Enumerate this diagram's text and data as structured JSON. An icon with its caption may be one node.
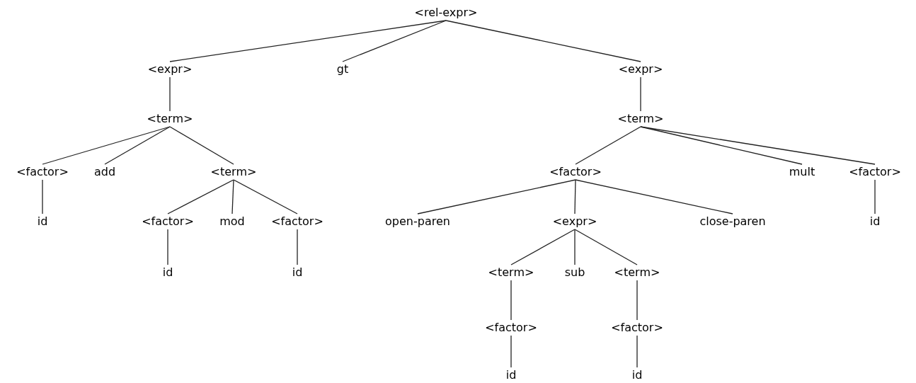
{
  "diagram": {
    "nodes": [
      {
        "text": [
          "<rel-expr>"
        ]
      },
      {
        "text": [
          "<expr>"
        ]
      },
      {
        "text": [
          "gt"
        ]
      },
      {
        "text": [
          "<expr>"
        ]
      },
      {
        "text": [
          "<term>"
        ]
      },
      {
        "text": [
          "<term>"
        ]
      },
      {
        "text": [
          "<factor>"
        ]
      },
      {
        "text": [
          "add"
        ]
      },
      {
        "text": [
          "<term>"
        ]
      },
      {
        "text": [
          "<factor>"
        ]
      },
      {
        "text": [
          "mult"
        ]
      },
      {
        "text": [
          "<factor>"
        ]
      },
      {
        "text": [
          "id"
        ]
      },
      {
        "text": [
          "<factor>"
        ]
      },
      {
        "text": [
          "mod"
        ]
      },
      {
        "text": [
          "<factor>"
        ]
      },
      {
        "text": [
          "open-paren"
        ]
      },
      {
        "text": [
          "<expr>"
        ]
      },
      {
        "text": [
          "close-paren"
        ]
      },
      {
        "text": [
          "id"
        ]
      },
      {
        "text": [
          "id"
        ]
      },
      {
        "text": [
          "id"
        ]
      },
      {
        "text": [
          "<term>"
        ]
      },
      {
        "text": [
          "sub"
        ]
      },
      {
        "text": [
          "<term>"
        ]
      },
      {
        "text": [
          "<factor>"
        ]
      },
      {
        "text": [
          "<factor>"
        ]
      },
      {
        "text": [
          "id"
        ]
      },
      {
        "text": [
          "id"
        ]
      }
    ],
    "edges": [
      {
        "from": 0,
        "to": 1,
        "arrow": "none"
      },
      {
        "from": 0,
        "to": 2,
        "arrow": "none"
      },
      {
        "from": 0,
        "to": 3,
        "arrow": "none"
      },
      {
        "from": 1,
        "to": 4,
        "arrow": "none"
      },
      {
        "from": 3,
        "to": 5,
        "arrow": "none"
      },
      {
        "from": 4,
        "to": 6,
        "arrow": "none"
      },
      {
        "from": 4,
        "to": 7,
        "arrow": "none"
      },
      {
        "from": 4,
        "to": 8,
        "arrow": "none"
      },
      {
        "from": 5,
        "to": 9,
        "arrow": "none"
      },
      {
        "from": 5,
        "to": 10,
        "arrow": "none"
      },
      {
        "from": 5,
        "to": 11,
        "arrow": "none"
      },
      {
        "from": 6,
        "to": 12,
        "arrow": "none"
      },
      {
        "from": 8,
        "to": 13,
        "arrow": "none"
      },
      {
        "from": 8,
        "to": 14,
        "arrow": "none"
      },
      {
        "from": 8,
        "to": 15,
        "arrow": "none"
      },
      {
        "from": 9,
        "to": 16,
        "arrow": "none"
      },
      {
        "from": 9,
        "to": 17,
        "arrow": "none"
      },
      {
        "from": 9,
        "to": 18,
        "arrow": "none"
      },
      {
        "from": 11,
        "to": 19,
        "arrow": "none"
      },
      {
        "from": 13,
        "to": 20,
        "arrow": "none"
      },
      {
        "from": 15,
        "to": 21,
        "arrow": "none"
      },
      {
        "from": 17,
        "to": 22,
        "arrow": "none"
      },
      {
        "from": 17,
        "to": 23,
        "arrow": "none"
      },
      {
        "from": 17,
        "to": 24,
        "arrow": "none"
      },
      {
        "from": 22,
        "to": 25,
        "arrow": "none"
      },
      {
        "from": 24,
        "to": 26,
        "arrow": "none"
      },
      {
        "from": 25,
        "to": 27,
        "arrow": "none"
      },
      {
        "from": 26,
        "to": 28,
        "arrow": "none"
      }
    ]
  }
}
